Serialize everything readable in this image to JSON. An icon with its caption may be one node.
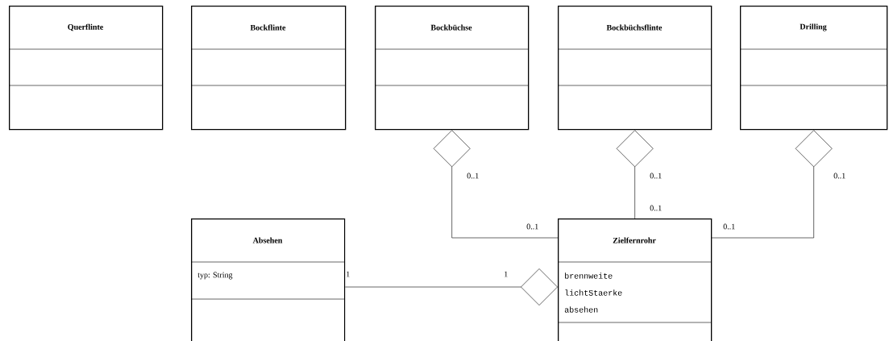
{
  "diagram": {
    "nodes": [
      {
        "text": [
          "Querflinte"
        ]
      },
      {
        "text": [
          "Bockflinte"
        ]
      },
      {
        "text": [
          "Bockbüchse"
        ]
      },
      {
        "text": [
          "Bockbüchsflinte"
        ]
      },
      {
        "text": [
          "Drilling"
        ]
      },
      {
        "text": [
          "Absehen",
          "typ: String"
        ]
      },
      {
        "text": [
          "Zielfernrohr",
          "brennweite",
          "lichtStaerke",
          "absehen"
        ]
      }
    ],
    "edges": [
      {
        "from": 2,
        "to": 6,
        "arrow": "other"
      },
      {
        "from": 3,
        "to": 6,
        "arrow": "other"
      },
      {
        "from": 4,
        "to": 6,
        "arrow": "other"
      },
      {
        "from": 6,
        "to": 5,
        "arrow": "other"
      }
    ],
    "labels": [
      "0..1",
      "0..1",
      "0..1",
      "0..1",
      "0..1",
      "0..1",
      "1",
      "1"
    ]
  }
}
